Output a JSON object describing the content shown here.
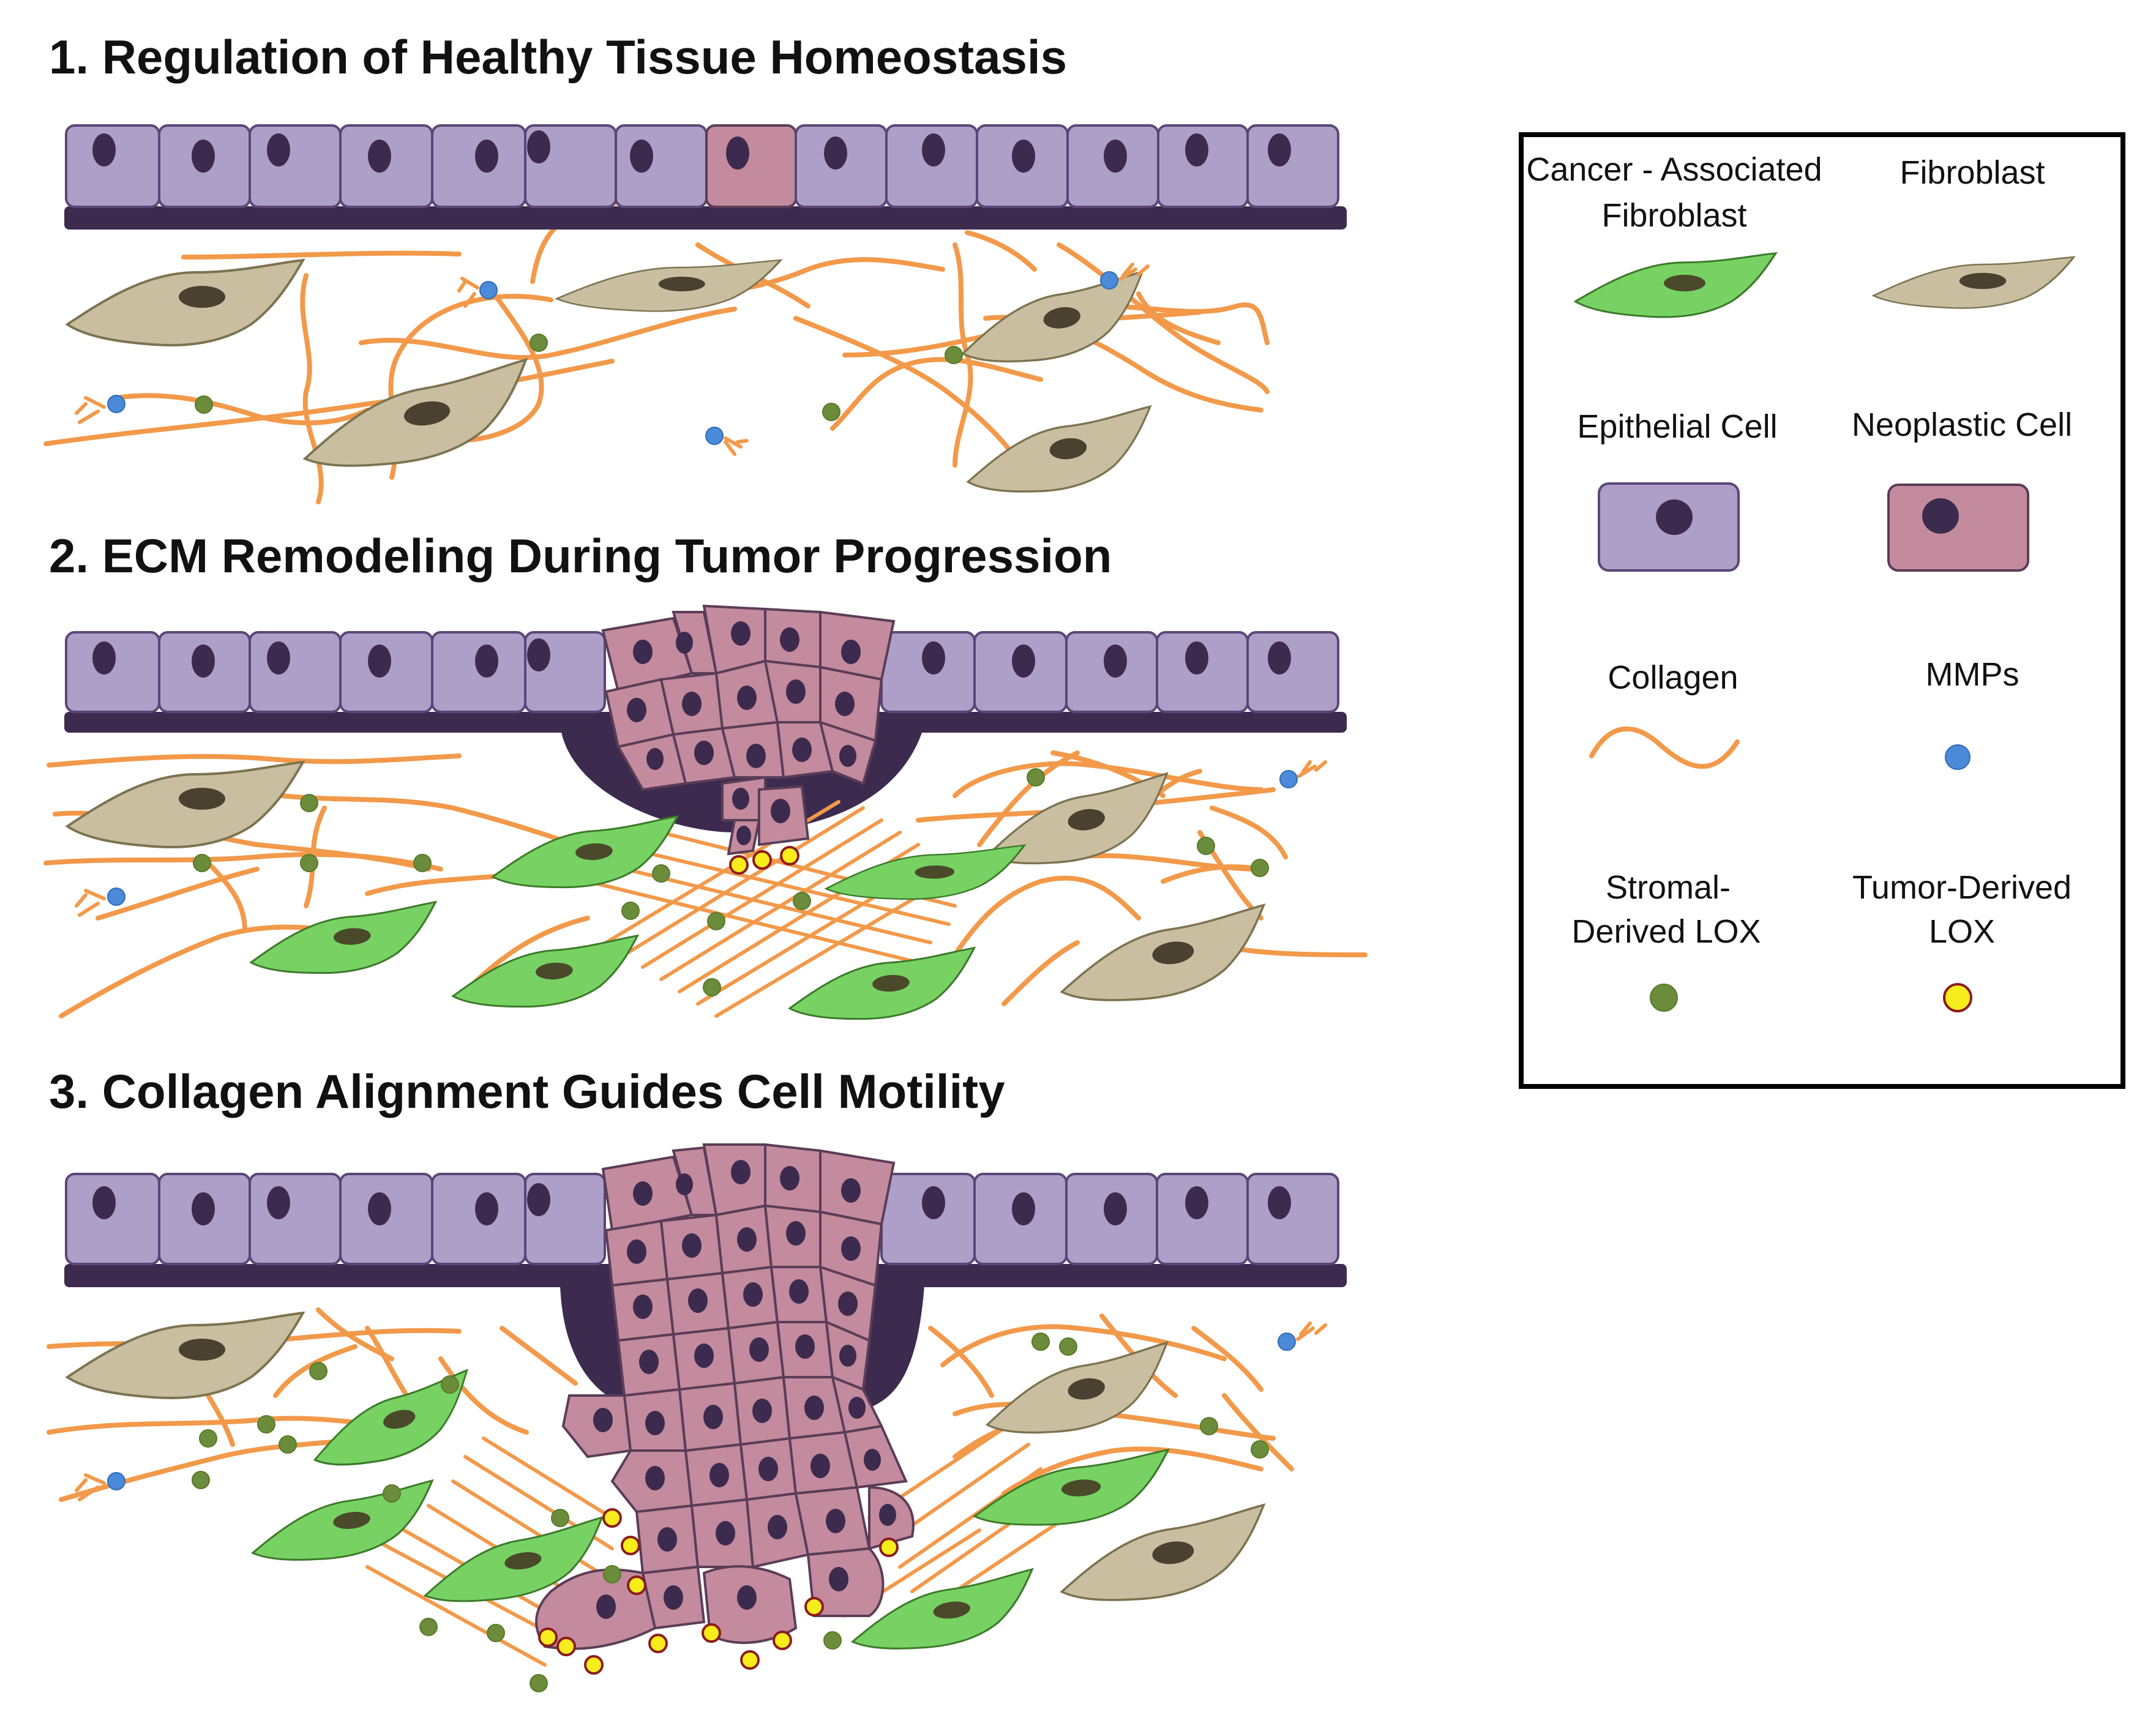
{
  "panels": [
    {
      "title": "1. Regulation of Healthy Tissue Homeostasis"
    },
    {
      "title": "2. ECM Remodeling During Tumor Progression"
    },
    {
      "title": "3. Collagen Alignment Guides Cell Motility"
    }
  ],
  "legend": {
    "caf_label_line1": "Cancer - Associated",
    "caf_label_line2": "Fibroblast",
    "fibroblast_label": "Fibroblast",
    "epithelial_label": "Epithelial Cell",
    "neoplastic_label": "Neoplastic Cell",
    "collagen_label": "Collagen",
    "mmp_label": "MMPs",
    "stromal_lox_line1": "Stromal-",
    "stromal_lox_line2": "Derived LOX",
    "tumor_lox_line1": "Tumor-Derived",
    "tumor_lox_line2": "LOX"
  },
  "colors": {
    "epithelial": "#ad9fc7",
    "neoplastic": "#c48a9d",
    "fibroblast": "#c9bea0",
    "caf": "#77d263",
    "collagen": "#f2994a",
    "mmp": "#4a8ad8",
    "stromal_lox": "#6b8c3a",
    "tumor_lox": "#f7ec1c",
    "membrane": "#3d2b4f"
  }
}
